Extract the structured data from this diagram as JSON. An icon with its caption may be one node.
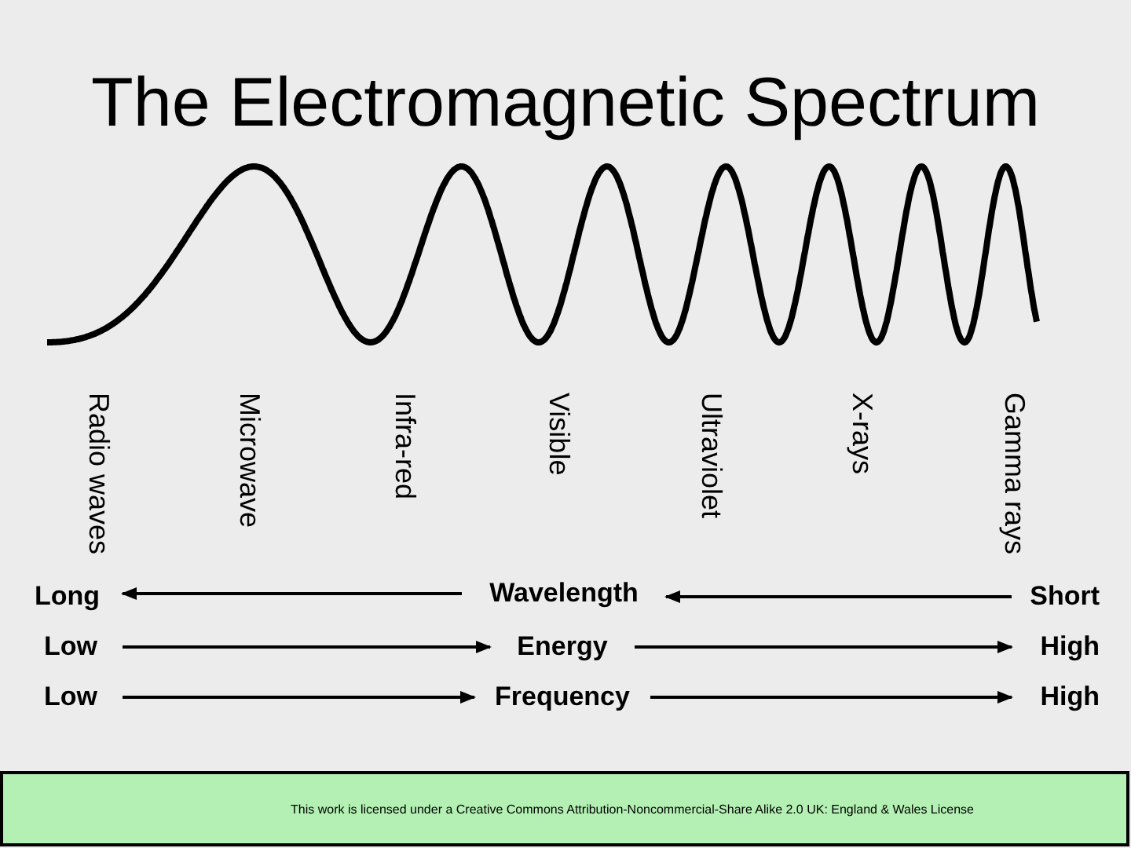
{
  "diagram": {
    "title": "The Electromagnetic Spectrum",
    "nodes": [
      {
        "text": [
          "Long"
        ]
      },
      {
        "text": [
          "Wavelength"
        ]
      },
      {
        "text": [
          "Short"
        ]
      },
      {
        "text": [
          "Low"
        ]
      },
      {
        "text": [
          "Energy"
        ]
      },
      {
        "text": [
          "High"
        ]
      },
      {
        "text": [
          "Low"
        ]
      },
      {
        "text": [
          "Frequency"
        ]
      },
      {
        "text": [
          "High"
        ]
      }
    ],
    "edges": [
      {
        "from": 1,
        "to": 0,
        "arrow": "to"
      },
      {
        "from": 2,
        "to": 1,
        "arrow": "to"
      },
      {
        "from": 3,
        "to": 4,
        "arrow": "to"
      },
      {
        "from": 4,
        "to": 5,
        "arrow": "to"
      },
      {
        "from": 6,
        "to": 7,
        "arrow": "to"
      },
      {
        "from": 7,
        "to": 8,
        "arrow": "to"
      }
    ],
    "labels": [
      "Radio waves",
      "Microwave",
      "Infra-red",
      "Visible",
      "Ultraviolet",
      "X-rays",
      "Gamma rays",
      "This work is licensed under a Creative Commons Attribution-Noncommercial-Share Alike 2.0 UK: England & Wales License"
    ]
  }
}
